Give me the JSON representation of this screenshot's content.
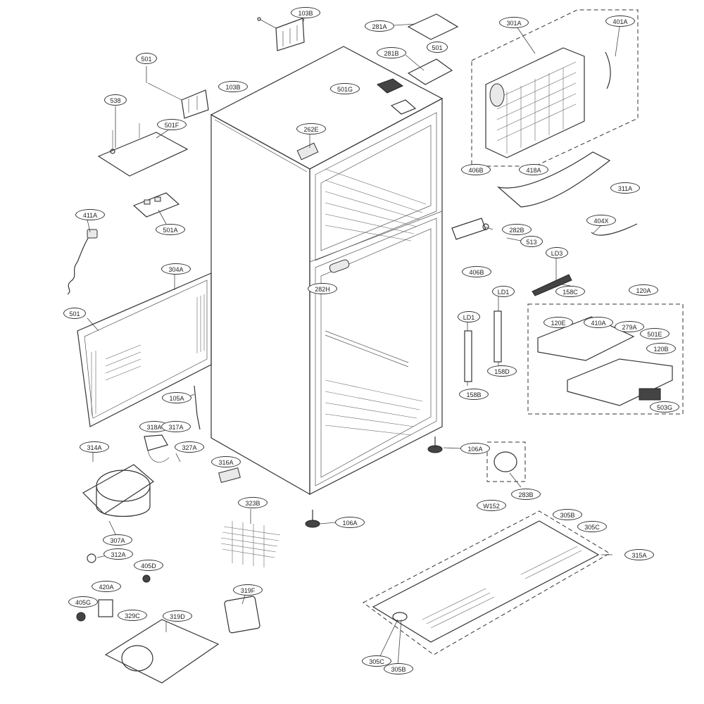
{
  "labels": {
    "l103b": "103B",
    "l281a": "281A",
    "l301a": "301A",
    "l401a": "401A",
    "l281b": "281B",
    "l501": "501",
    "l501g": "501G",
    "l103bb": "103B",
    "l538": "538",
    "l501f": "501F",
    "l262e": "262E",
    "l406b": "406B",
    "l418a": "418A",
    "l311a": "311A",
    "l501a": "501A",
    "l411a": "411A",
    "l404x": "404X",
    "l282b": "282B",
    "l513": "513",
    "lld3": "LD3",
    "l304a": "304A",
    "l406b2": "406B",
    "l158c": "158C",
    "lld1a": "LD1",
    "l282h": "282H",
    "l120a": "120A",
    "lld1b": "LD1",
    "l501b": "501",
    "l120e": "120E",
    "l410a": "410A",
    "l279a": "279A",
    "l501e": "501E",
    "l120b": "120B",
    "l158d": "158D",
    "l105a": "105A",
    "l158b": "158B",
    "l503g": "503G",
    "l318a": "318A",
    "l317a": "317A",
    "l314a": "314A",
    "l327a": "327A",
    "l316a": "316A",
    "l106a": "106A",
    "l283b": "283B",
    "l323b": "323B",
    "lw152": "W152",
    "l305b": "305B",
    "l305c": "305C",
    "l106a2": "106A",
    "l307a": "307A",
    "l312a": "312A",
    "l315a": "315A",
    "l405d": "405D",
    "l420a": "420A",
    "l319f": "319F",
    "l405g": "405G",
    "l329c": "329C",
    "l319d": "319D",
    "l305c2": "305C",
    "l305b2": "305B"
  }
}
